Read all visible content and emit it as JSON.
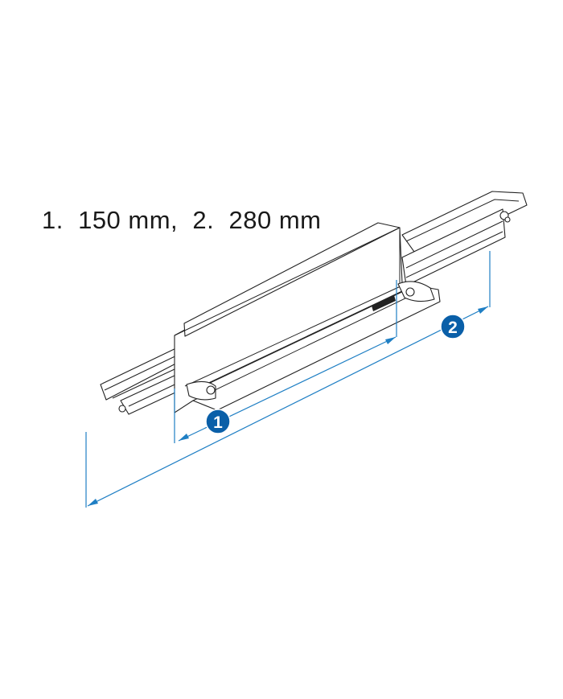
{
  "caption": "1.  150 mm,  2.  280 mm",
  "dimensions": [
    {
      "marker": "1",
      "length": "150 mm"
    },
    {
      "marker": "2",
      "length": "280 mm"
    }
  ],
  "colors": {
    "dimension_line": "#1f7fc4",
    "marker_fill": "#0a5fa8",
    "drawing_line": "#222222"
  }
}
